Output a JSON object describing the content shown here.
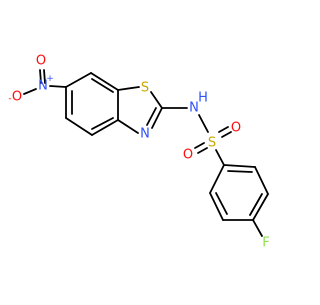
{
  "molecule": {
    "atoms": [
      {
        "id": "o_top",
        "text": "O",
        "color": "#ff0d0d"
      },
      {
        "id": "n_nitro",
        "text": "N",
        "color": "#3050f8",
        "charge": "+"
      },
      {
        "id": "o_neg",
        "text": "O",
        "color": "#ff0d0d",
        "charge": "-"
      },
      {
        "id": "s_ring",
        "text": "S",
        "color": "#c8a800"
      },
      {
        "id": "n_ring",
        "text": "N",
        "color": "#3050f8"
      },
      {
        "id": "nh",
        "text": "N",
        "color": "#3050f8"
      },
      {
        "id": "h",
        "text": "H",
        "color": "#3050f8"
      },
      {
        "id": "s_sulf",
        "text": "S",
        "color": "#c8a800"
      },
      {
        "id": "o_s1",
        "text": "O",
        "color": "#ff0d0d"
      },
      {
        "id": "o_s2",
        "text": "O",
        "color": "#ff0d0d"
      },
      {
        "id": "f",
        "text": "F",
        "color": "#90e050"
      }
    ]
  }
}
